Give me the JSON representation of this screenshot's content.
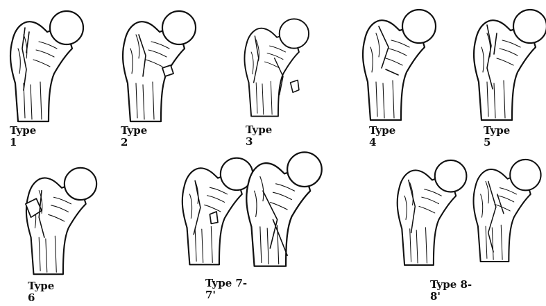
{
  "figures": [
    {
      "id": "1",
      "label_line1": "Type",
      "label_line2": "1"
    },
    {
      "id": "2",
      "label_line1": "Type",
      "label_line2": "2"
    },
    {
      "id": "3",
      "label_line1": "Type",
      "label_line2": "3"
    },
    {
      "id": "4",
      "label_line1": "Type",
      "label_line2": "4"
    },
    {
      "id": "5",
      "label_line1": "Type",
      "label_line2": "5"
    },
    {
      "id": "6",
      "label_line1": "Type",
      "label_line2": "6"
    },
    {
      "id": "7",
      "label_line1": "Type 7-",
      "label_line2": "7'"
    },
    {
      "id": "8",
      "label_line1": "Type 8-",
      "label_line2": "8'"
    }
  ]
}
